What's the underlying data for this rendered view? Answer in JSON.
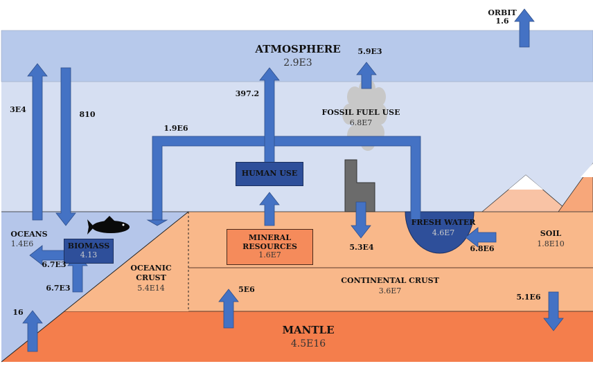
{
  "atmosphere": {
    "name": "ATMOSPHERE",
    "value": "2.9E3"
  },
  "orbit": {
    "name": "ORBIT",
    "value": "1.6"
  },
  "fossil_fuel": {
    "name": "FOSSIL FUEL USE",
    "value": "6.8E7"
  },
  "human_use": {
    "name": "HUMAN USE"
  },
  "mineral_resources": {
    "name_line1": "MINERAL",
    "name_line2": "RESOURCES",
    "value": "1.6E7"
  },
  "oceans": {
    "name": "OCEANS",
    "value": "1.4E6"
  },
  "biomass": {
    "name": "BIOMASS",
    "value": "4.13"
  },
  "oceanic_crust": {
    "name_line1": "OCEANIC",
    "name_line2": "CRUST",
    "value": "5.4E14"
  },
  "fresh_water": {
    "name": "FRESH WATER",
    "value": "4.6E7"
  },
  "soil": {
    "name": "SOIL",
    "value": "1.8E10"
  },
  "continental_crust": {
    "name": "CONTINENTAL CRUST",
    "value": "3.6E7"
  },
  "mantle": {
    "name": "MANTLE",
    "value": "4.5E16"
  },
  "flows": {
    "ocean_to_atm": "3E4",
    "atm_to_ocean": "810",
    "water_network": "1.9E6",
    "human_to_atm": "397.2",
    "fossil_to_atm": "5.9E3",
    "freshwater_to_crust": "5.3E4",
    "soil_to_freshwater": "6.8E6",
    "biomass_to_oceans": "6.7E3",
    "oceans_to_biomass": "6.7E3",
    "mantle_to_oceans": "16",
    "mantle_to_crust": "5E6",
    "crust_to_mantle": "5.1E6"
  },
  "colors": {
    "atmosphere": "#b7c9eb",
    "sky": "#d6dff2",
    "ocean": "#b5c6ea",
    "crust": "#f9b88a",
    "mantle": "#f47e4c",
    "arrow": "#4472c4",
    "box_blue": "#2e4f9a",
    "mineral_box": "#f58b5b"
  }
}
